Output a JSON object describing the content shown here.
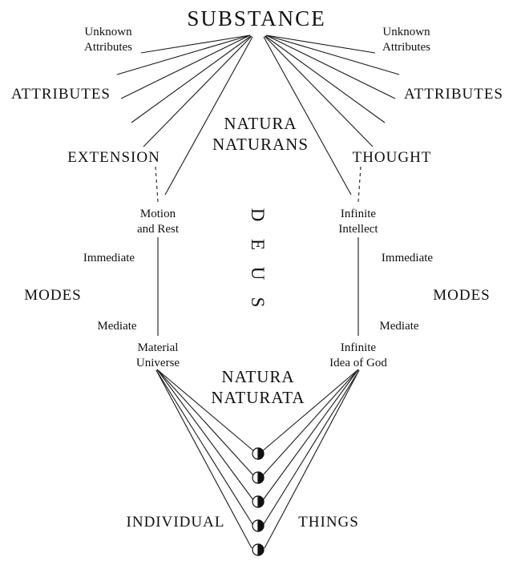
{
  "diagram": {
    "title": "SUBSTANCE",
    "natura_naturans": {
      "line1": "NATURA",
      "line2": "NATURANS"
    },
    "natura_naturata": {
      "line1": "NATURA",
      "line2": "NATURATA"
    },
    "deus": {
      "letters": [
        "D",
        "E",
        "U",
        "S"
      ]
    },
    "left": {
      "unknown_attributes": {
        "line1": "Unknown",
        "line2": "Attributes"
      },
      "attributes": "ATTRIBUTES",
      "attribute_name": "EXTENSION",
      "immediate_mode": {
        "line1": "Motion",
        "line2": "and Rest"
      },
      "immediate": "Immediate",
      "modes": "MODES",
      "mediate": "Mediate",
      "mediate_mode": {
        "line1": "Material",
        "line2": "Universe"
      }
    },
    "right": {
      "unknown_attributes": {
        "line1": "Unknown",
        "line2": "Attributes"
      },
      "attributes": "ATTRIBUTES",
      "attribute_name": "THOUGHT",
      "immediate_mode": {
        "line1": "Infinite",
        "line2": "Intellect"
      },
      "immediate": "Immediate",
      "modes": "MODES",
      "mediate": "Mediate",
      "mediate_mode": {
        "line1": "Infinite",
        "line2": "Idea of God"
      }
    },
    "bottom": {
      "individual": "INDIVIDUAL",
      "things": "THINGS",
      "node_icon": "half-filled-circle",
      "node_count": 5
    },
    "colors": {
      "line": "#1a1a1a",
      "text": "#111111",
      "background": "#ffffff"
    }
  }
}
